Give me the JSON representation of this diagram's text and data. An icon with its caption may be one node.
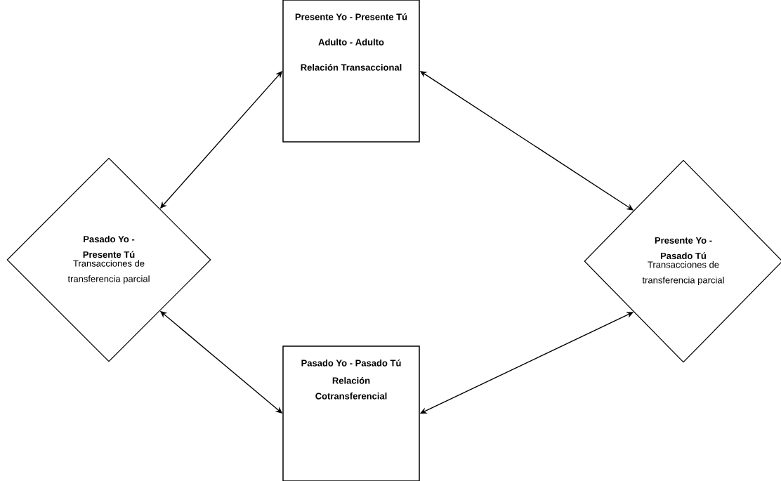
{
  "diagram": {
    "nodes": [
      {
        "text": [
          "Presente Yo - Presente Tú",
          "Adulto - Adulto",
          "Relación Transaccional"
        ]
      },
      {
        "text": [
          "Pasado Yo - Presente Tú",
          "Transacciones de transferencia parcial"
        ]
      },
      {
        "text": [
          "Presente Yo - Pasado Tú",
          "Transacciones de transferencia parcial"
        ]
      },
      {
        "text": [
          "Pasado Yo - Pasado Tú",
          "Relación Cotransferencial"
        ]
      }
    ],
    "edges": [
      {
        "from": 0,
        "to": 1,
        "arrow": "both"
      },
      {
        "from": 0,
        "to": 2,
        "arrow": "both"
      },
      {
        "from": 1,
        "to": 3,
        "arrow": "both"
      },
      {
        "from": 2,
        "to": 3,
        "arrow": "both"
      }
    ]
  }
}
